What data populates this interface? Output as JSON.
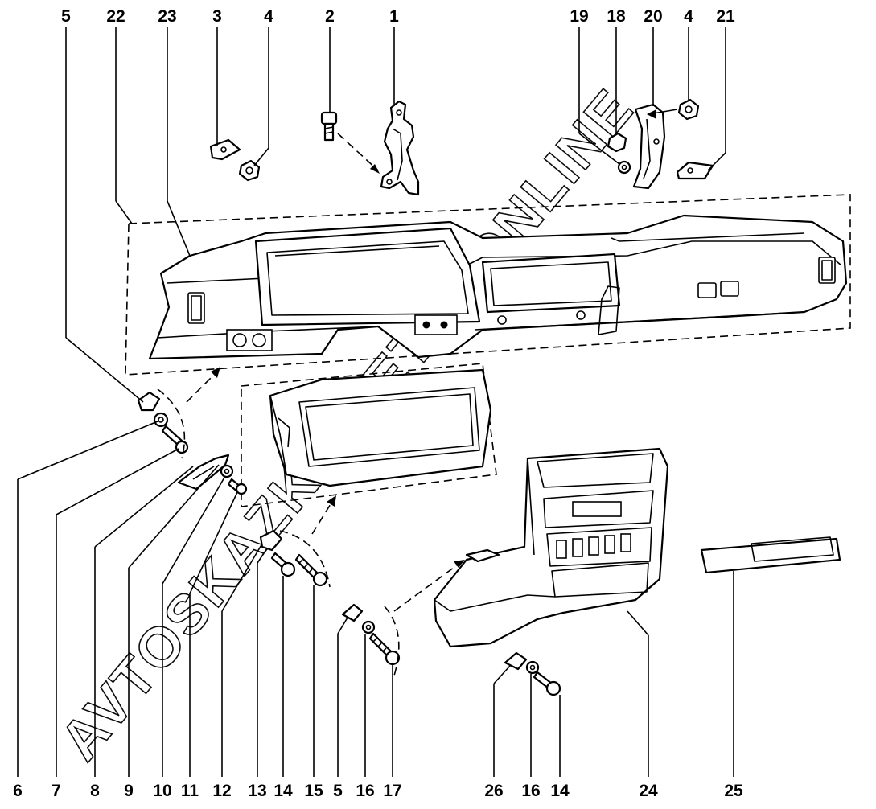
{
  "title": "Dashboard (instrument panel) assembly - exploded view",
  "watermark": "AVTOSKAZKA.NET © ONLINE",
  "callouts": {
    "top": [
      "5",
      "22",
      "23",
      "3",
      "4",
      "2",
      "1",
      "19",
      "18",
      "20",
      "4",
      "21"
    ],
    "bottom": [
      "6",
      "7",
      "8",
      "9",
      "10",
      "11",
      "12",
      "13",
      "14",
      "15",
      "5",
      "16",
      "17",
      "26",
      "16",
      "14",
      "24",
      "25"
    ]
  },
  "colors": {
    "line": "#000000",
    "paper": "#ffffff"
  }
}
